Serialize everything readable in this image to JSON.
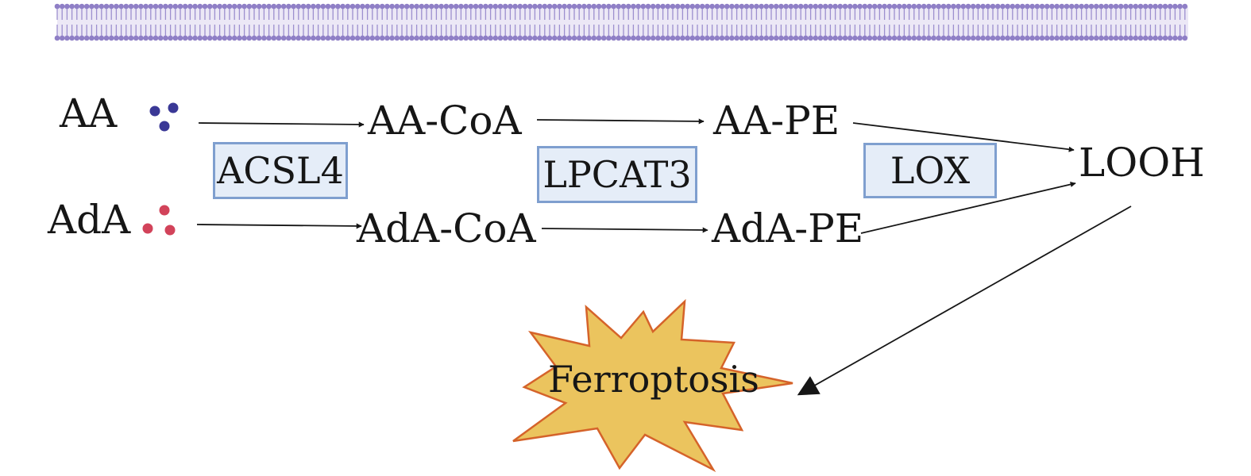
{
  "membrane": {
    "color": "#9d8fcf",
    "head_color": "#8f7fc6"
  },
  "substrates": {
    "aa": {
      "label": "AA",
      "dot_color": "#3a3896"
    },
    "ada": {
      "label": "AdA",
      "dot_color": "#d2435a"
    }
  },
  "intermediates": {
    "aa_coa": "AA-CoA",
    "ada_coa": "AdA-CoA",
    "aa_pe": "AA-PE",
    "ada_pe": "AdA-PE"
  },
  "enzymes": {
    "acsl4": "ACSL4",
    "lpcat3": "LPCAT3",
    "lox": "LOX",
    "border_color": "#7f9fcf",
    "fill_color": "#e5edf8"
  },
  "product": "LOOH",
  "outcome": {
    "label": "Ferroptosis",
    "fill_color": "#ebc45e",
    "stroke_color": "#d5632a"
  }
}
